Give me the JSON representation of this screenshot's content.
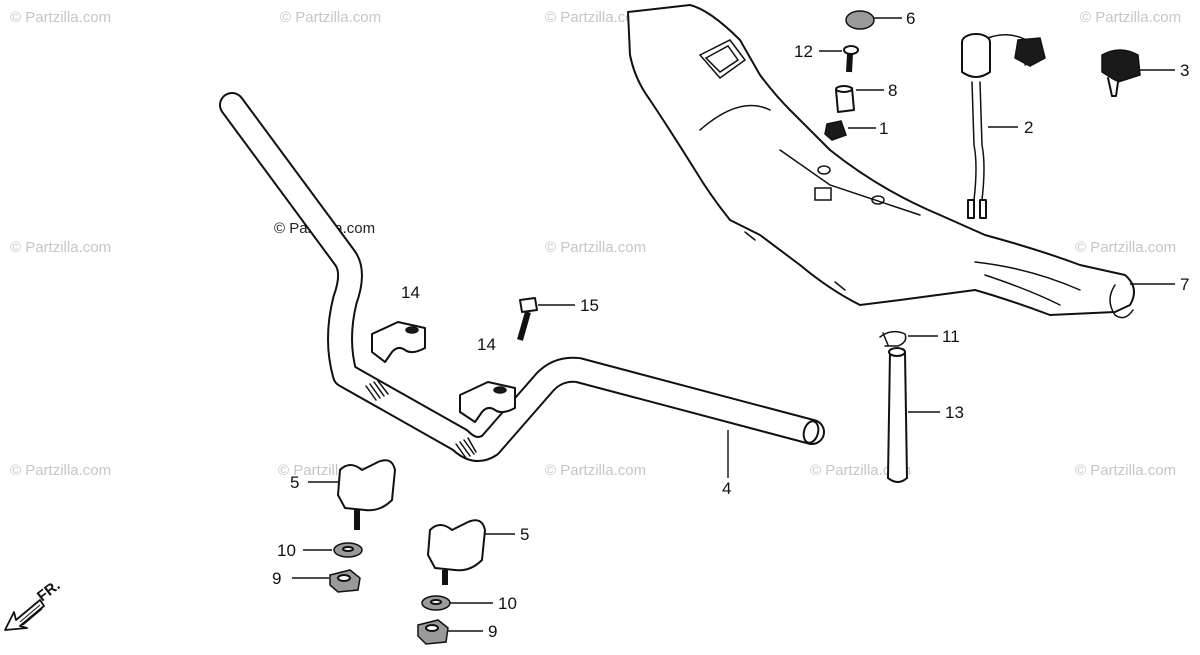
{
  "watermark_text": "© Partzilla.com",
  "copyright_text": "© Partzilla.com",
  "direction_label": "FR.",
  "callouts": {
    "p1": "1",
    "p2": "2",
    "p3": "3",
    "p4": "4",
    "p5a": "5",
    "p5b": "5",
    "p6": "6",
    "p7": "7",
    "p8": "8",
    "p9a": "9",
    "p9b": "9",
    "p10a": "10",
    "p10b": "10",
    "p11": "11",
    "p12": "12",
    "p13": "13",
    "p14a": "14",
    "p14b": "14",
    "p15": "15"
  }
}
